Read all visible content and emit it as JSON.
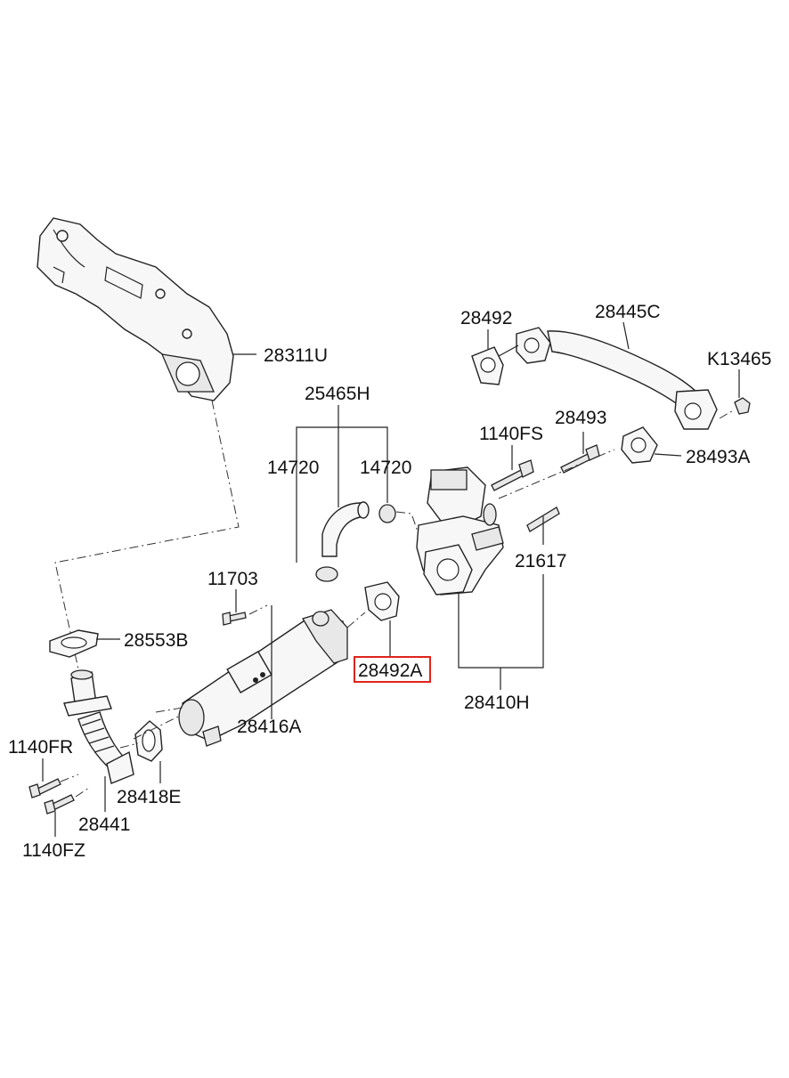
{
  "diagram": {
    "highlight_color": "#e0241b",
    "parts": [
      {
        "id": "p28311U",
        "code": "28311U"
      },
      {
        "id": "p25465H",
        "code": "25465H"
      },
      {
        "id": "p14720a",
        "code": "14720"
      },
      {
        "id": "p14720b",
        "code": "14720"
      },
      {
        "id": "p28492",
        "code": "28492"
      },
      {
        "id": "p28445C",
        "code": "28445C"
      },
      {
        "id": "pK13465",
        "code": "K13465"
      },
      {
        "id": "p1140FS",
        "code": "1140FS"
      },
      {
        "id": "p28493",
        "code": "28493"
      },
      {
        "id": "p28493A",
        "code": "28493A"
      },
      {
        "id": "p21617",
        "code": "21617"
      },
      {
        "id": "p11703",
        "code": "11703"
      },
      {
        "id": "p28553B",
        "code": "28553B"
      },
      {
        "id": "p28492A",
        "code": "28492A",
        "highlighted": true
      },
      {
        "id": "p28416A",
        "code": "28416A"
      },
      {
        "id": "p28410H",
        "code": "28410H"
      },
      {
        "id": "p1140FR",
        "code": "1140FR"
      },
      {
        "id": "p28418E",
        "code": "28418E"
      },
      {
        "id": "p28441",
        "code": "28441"
      },
      {
        "id": "p1140FZ",
        "code": "1140FZ"
      }
    ]
  }
}
